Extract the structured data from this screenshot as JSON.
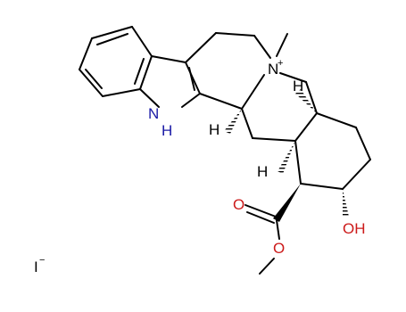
{
  "molecule": {
    "atom_labels": {
      "indole_nh": "N",
      "indole_nh_h": "H",
      "quaternary_n": "N",
      "quaternary_n_charge": "+",
      "stereo_h_1": "H",
      "stereo_h_2": "H",
      "stereo_h_3": "H",
      "hydroxyl": "OH",
      "carbonyl_o": "O",
      "ester_o": "O"
    },
    "counter_ion": {
      "symbol": "I",
      "charge": "−"
    },
    "colors": {
      "bond": "#000000",
      "nitrogen": "#1a1aa6",
      "oxygen": "#cc1a1a",
      "background": "#ffffff"
    }
  }
}
